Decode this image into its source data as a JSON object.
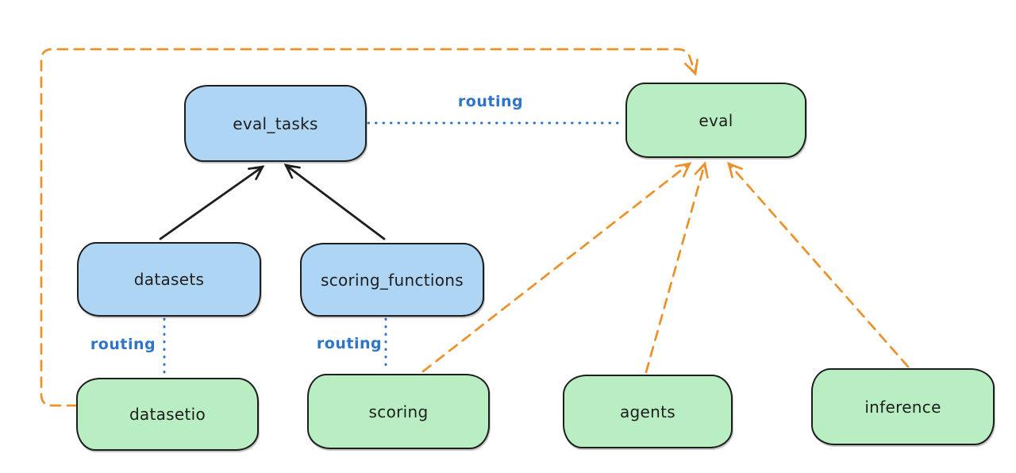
{
  "diagram": {
    "background": "#ffffff",
    "palette": {
      "node_stroke": "#1e1e1e",
      "blue_node_fill": "#aed5f3",
      "green_node_fill": "#b9eec3",
      "routing_line_color": "#2e74c9",
      "orange_dependency_color": "#ec9129",
      "black_relation_color": "#1e1e1e"
    },
    "nodes": [
      {
        "id": "eval_tasks",
        "label": "eval_tasks",
        "color": "blue"
      },
      {
        "id": "eval",
        "label": "eval",
        "color": "green"
      },
      {
        "id": "datasets",
        "label": "datasets",
        "color": "blue"
      },
      {
        "id": "scoring_functions",
        "label": "scoring_functions",
        "color": "blue"
      },
      {
        "id": "datasetio",
        "label": "datasetio",
        "color": "green"
      },
      {
        "id": "scoring",
        "label": "scoring",
        "color": "green"
      },
      {
        "id": "agents",
        "label": "agents",
        "color": "green"
      },
      {
        "id": "inference",
        "label": "inference",
        "color": "green"
      }
    ],
    "edges": [
      {
        "from": "datasets",
        "to": "eval_tasks",
        "style": "solid-black-arrow"
      },
      {
        "from": "scoring_functions",
        "to": "eval_tasks",
        "style": "solid-black-arrow"
      },
      {
        "from": "eval_tasks",
        "to": "eval",
        "style": "dotted-blue",
        "label": "routing"
      },
      {
        "from": "datasets",
        "to": "datasetio",
        "style": "dotted-blue",
        "label": "routing"
      },
      {
        "from": "scoring_functions",
        "to": "scoring",
        "style": "dotted-blue",
        "label": "routing"
      },
      {
        "from": "datasetio",
        "to": "eval",
        "style": "dashed-orange-arrow"
      },
      {
        "from": "scoring",
        "to": "eval",
        "style": "dashed-orange-arrow"
      },
      {
        "from": "agents",
        "to": "eval",
        "style": "dashed-orange-arrow"
      },
      {
        "from": "inference",
        "to": "eval",
        "style": "dashed-orange-arrow"
      }
    ]
  }
}
